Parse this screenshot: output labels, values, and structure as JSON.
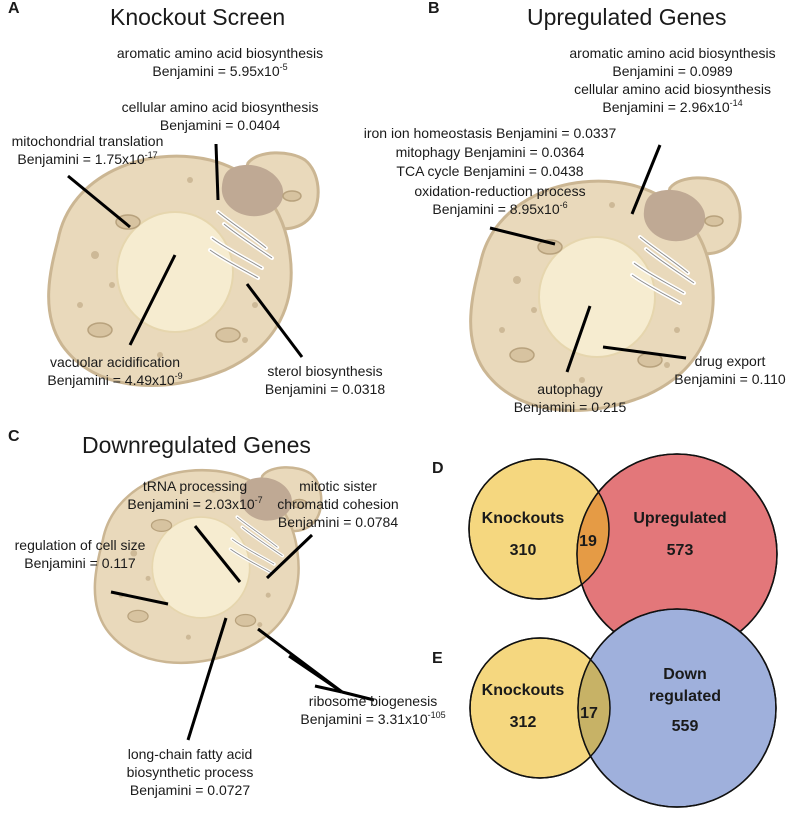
{
  "panels": {
    "A": {
      "letter": "A",
      "title": "Knockout Screen",
      "labels": [
        {
          "term": "aromatic amino acid biosynthesis",
          "stat": "Benjamini = 5.95x10",
          "exp": "-5"
        },
        {
          "term": "cellular amino acid biosynthesis",
          "stat": "Benjamini = 0.0404",
          "exp": ""
        },
        {
          "term": "mitochondrial translation",
          "stat": "Benjamini = 1.75x10",
          "exp": "-17"
        },
        {
          "term": "vacuolar acidification",
          "stat": "Benjamini = 4.49x10",
          "exp": "-9"
        },
        {
          "term": "sterol biosynthesis",
          "stat": "Benjamini = 0.0318",
          "exp": ""
        }
      ]
    },
    "B": {
      "letter": "B",
      "title": "Upregulated Genes",
      "labels": [
        {
          "term": "aromatic amino acid biosynthesis",
          "stat": "Benjamini = 0.0989",
          "exp": ""
        },
        {
          "term": "cellular amino acid biosynthesis",
          "stat": "Benjamini = 2.96x10",
          "exp": "-14"
        },
        {
          "line": "iron ion homeostasis  Benjamini = 0.0337"
        },
        {
          "line": "mitophagy  Benjamini = 0.0364"
        },
        {
          "line": "TCA cycle Benjamini = 0.0438"
        },
        {
          "term": "oxidation-reduction process",
          "stat": "Benjamini = 8.95x10",
          "exp": "-6"
        },
        {
          "term": "drug export",
          "stat": "Benjamini = 0.110",
          "exp": ""
        },
        {
          "term": "autophagy",
          "stat": "Benjamini = 0.215",
          "exp": ""
        }
      ]
    },
    "C": {
      "letter": "C",
      "title": "Downregulated Genes",
      "labels": [
        {
          "term": "tRNA processing",
          "stat": "Benjamini = 2.03x10",
          "exp": "-7"
        },
        {
          "term": "mitotic sister",
          "term2": "chromatid cohesion",
          "stat": "Benjamini = 0.0784",
          "exp": ""
        },
        {
          "term": "regulation of cell size",
          "stat": "Benjamini = 0.117",
          "exp": ""
        },
        {
          "term": "ribosome biogenesis",
          "stat": "Benjamini = 3.31x10",
          "exp": "-105"
        },
        {
          "term": "long-chain fatty acid",
          "term2": "biosynthetic process",
          "stat": "Benjamini = 0.0727",
          "exp": ""
        }
      ]
    },
    "D": {
      "letter": "D",
      "left_label": "Knockouts",
      "left_count": "310",
      "overlap": "19",
      "right_label": "Upregulated",
      "right_count": "573",
      "left_color": "#f5d77f",
      "right_color": "#e3777a",
      "overlap_color": "#e59b45"
    },
    "E": {
      "letter": "E",
      "left_label": "Knockouts",
      "left_count": "312",
      "overlap": "17",
      "right_label": "Down",
      "right_label2": "regulated",
      "right_count": "559",
      "left_color": "#f5d77f",
      "right_color": "#9fb0dc",
      "overlap_color": "#c7b266"
    }
  },
  "colors": {
    "cell_fill": "#e9d9bb",
    "cell_stroke": "#cbb693",
    "nucleus_fill": "#bfa994",
    "vacuole_fill": "#f6ecd0"
  }
}
